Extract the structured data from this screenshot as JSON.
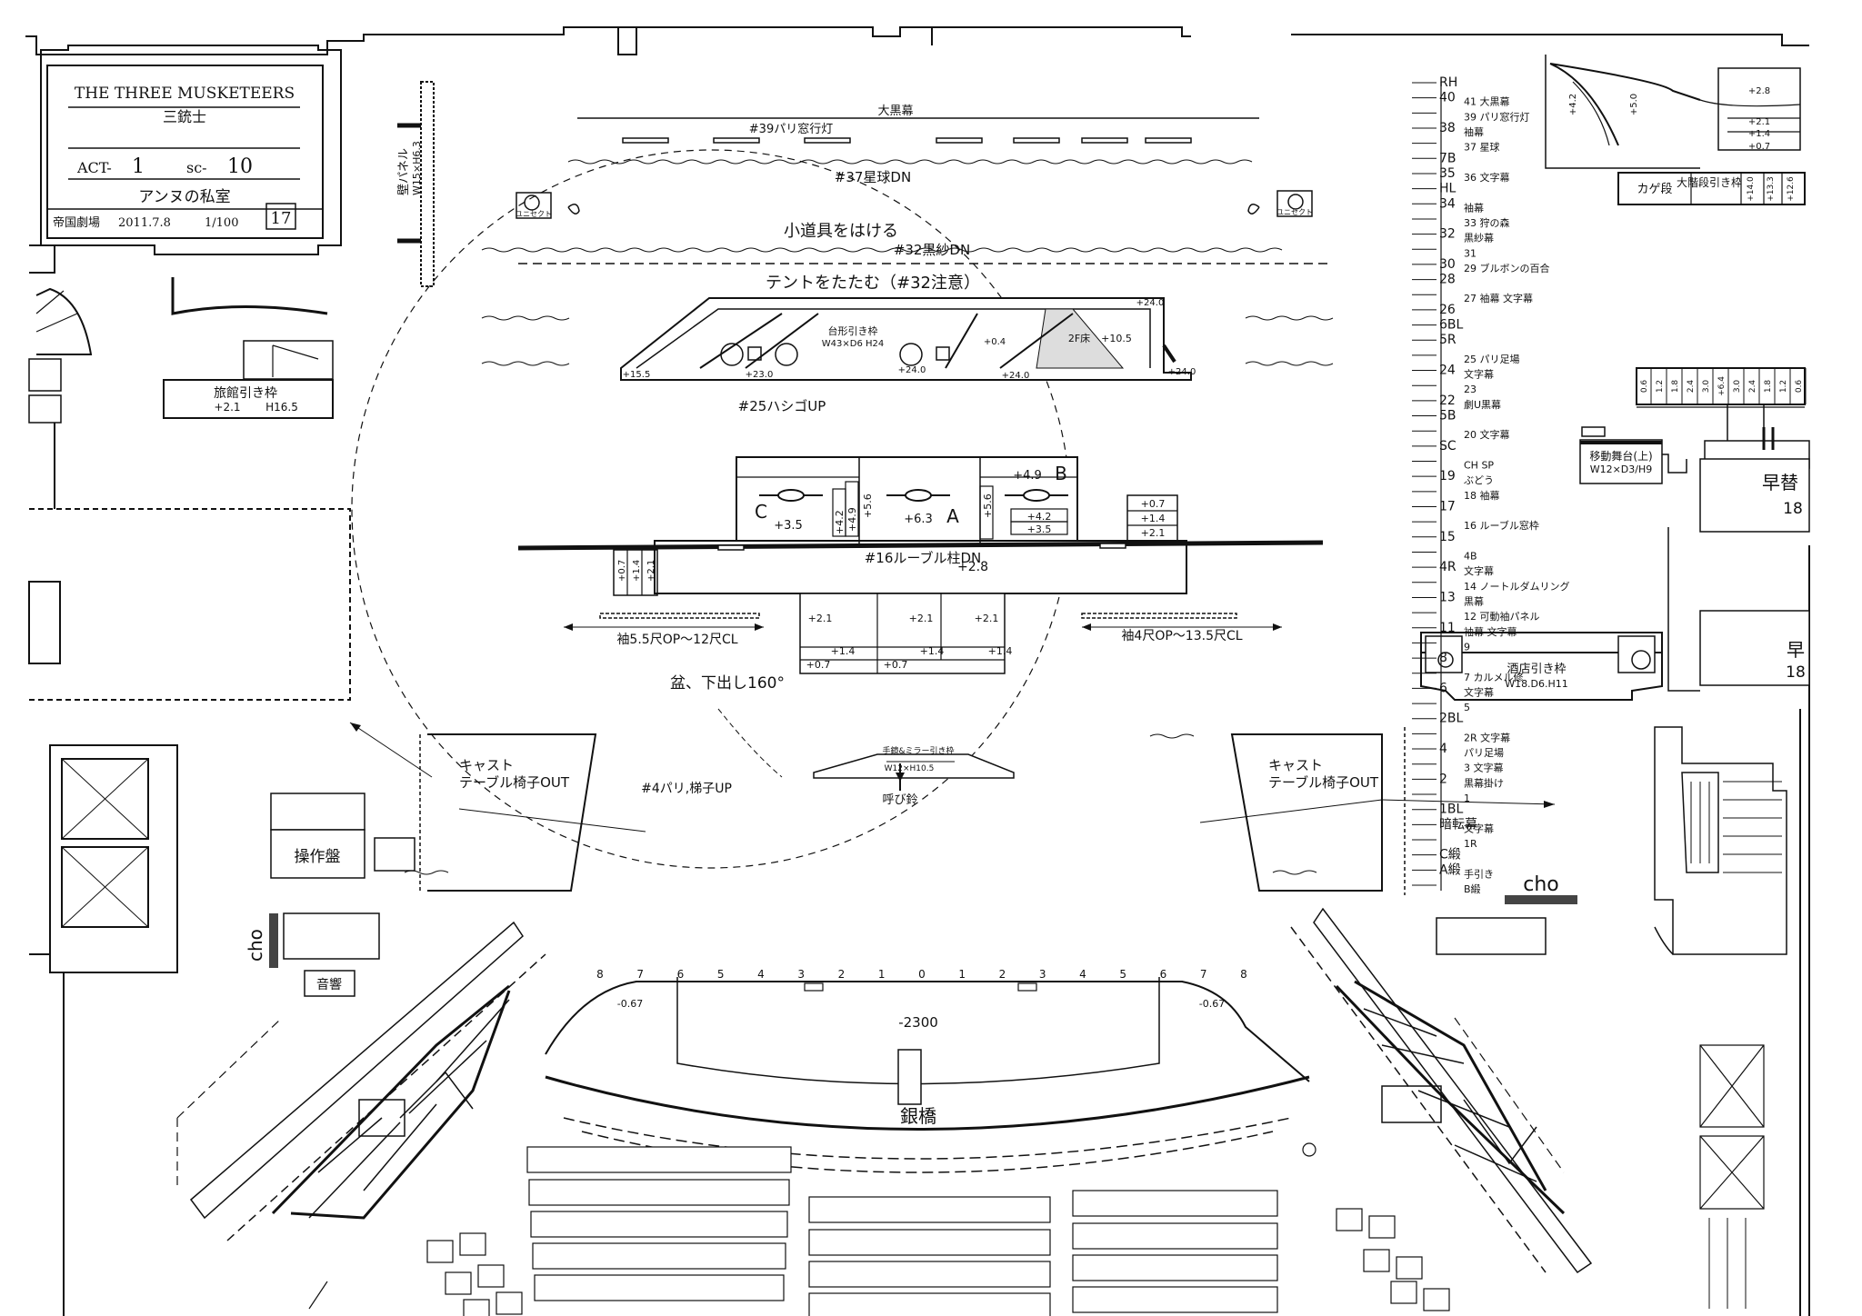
{
  "title_block": {
    "title_en": "THE THREE MUSKETEERS",
    "title_jp": "三銃士",
    "act_label": "ACT-",
    "act_value": "1",
    "sc_label": "sc-",
    "sc_value": "10",
    "scene_name": "アンヌの私室",
    "venue": "帝国劇場",
    "date": "2011.7.8",
    "scale": "1/100",
    "sheet_no": "17"
  },
  "labels": {
    "black_curtain": "大黒幕",
    "bar39": "#39パリ窓行灯",
    "bar37": "#37星球DN",
    "props": "小道具をはける",
    "bar32": "#32黒紗DN",
    "tent": "テントをたたむ（#32注意）",
    "bar25": "#25ハシゴUP",
    "bar16": "#16ルーブル柱DN",
    "plus28": "+2.8",
    "sleeve_left": "袖5.5尺OP〜12尺CL",
    "sleeve_right": "袖4尺OP〜13.5尺CL",
    "turntable": "盆、下出し160°",
    "bar4": "#4パリ,梯子UP",
    "cast_left_1": "キャスト",
    "cast_left_2": "テーブル椅子OUT",
    "cast_right_1": "キャスト",
    "cast_right_2": "テーブル椅子OUT",
    "bell": "呼び鈴",
    "console": "操作盤",
    "sound": "音響",
    "cho_left": "cho",
    "cho_right": "cho",
    "silver_bridge": "銀橋",
    "pit": "-2300",
    "pit_left": "-0.67",
    "pit_right": "-0.67",
    "wall_panel_1": "壁パネル",
    "wall_panel_2": "W15×H6.3",
    "inn_frame_1": "旅館引き枠",
    "inn_frame_2": "+2.1",
    "inn_frame_3": "H16.5",
    "platform_1": "台形引き枠",
    "platform_2": "W43×D6 H24",
    "platform_3": "2F床",
    "platform_4": "+10.5",
    "platform_5": "+0.4",
    "tavern_1": "酒店引き枠",
    "tavern_2": "W18.D6.H11",
    "mobile_stage_1": "移動舞台(上)",
    "mobile_stage_2": "W12×D3/H9",
    "kage": "カゲ段",
    "big_stairs": "大階段引き枠",
    "spot": "ユニセクト",
    "early_1": "早替",
    "early_2": "18",
    "early_3": "早",
    "early_4": "18",
    "mirror": "手鏡&ミラー引き枠",
    "mirror_dim": "W12×H10.5"
  },
  "platform_marks": {
    "c": "C",
    "a": "A",
    "b": "B",
    "c_val": "+3.5",
    "a_val": "+6.3",
    "b_val": "+4.9",
    "v42": "+4.2",
    "v49": "+4.9",
    "v56a": "+5.6",
    "v56b": "+5.6",
    "b42": "+4.2",
    "b35": "+3.5",
    "r07": "+0.7",
    "r14": "+1.4",
    "r21": "+2.1",
    "l07": "+0.7",
    "l14": "+1.4",
    "l21": "+2.1"
  },
  "lower_steps": [
    "+2.1",
    "+2.1",
    "+2.1",
    "+1.4",
    "+1.4",
    "+1.4",
    "+0.7",
    "+0.7"
  ],
  "upper_platform_marks": [
    "+15.5",
    "+23.0",
    "+24.0",
    "+24.0",
    "+24.0",
    "+24.0"
  ],
  "pit_numbers": [
    "8",
    "7",
    "6",
    "5",
    "4",
    "3",
    "2",
    "1",
    "0",
    "1",
    "2",
    "3",
    "4",
    "5",
    "6",
    "7",
    "8"
  ],
  "right_stairs_marks": [
    "+2.8",
    "+2.1",
    "+1.4",
    "+0.7",
    "+4.2",
    "+5.0"
  ],
  "kage_marks": [
    "+14.0",
    "+13.3",
    "+12.6"
  ],
  "right_panel_marks": [
    "0.6",
    "1.2",
    "1.8",
    "2.4",
    "3.0",
    "+6.4",
    "3.0",
    "2.4",
    "1.8",
    "1.2",
    "0.6"
  ],
  "line_set": [
    {
      "num": "RH",
      "name": ""
    },
    {
      "num": "40",
      "name": "41 大黒幕"
    },
    {
      "num": "",
      "name": "39 パリ窓行灯"
    },
    {
      "num": "38",
      "name": "袖幕"
    },
    {
      "num": "",
      "name": "37 星球"
    },
    {
      "num": "7B",
      "name": ""
    },
    {
      "num": "35",
      "name": "36 文字幕"
    },
    {
      "num": "HL",
      "name": ""
    },
    {
      "num": "34",
      "name": "袖幕"
    },
    {
      "num": "",
      "name": "33 狩の森"
    },
    {
      "num": "32",
      "name": "黒紗幕"
    },
    {
      "num": "",
      "name": "31"
    },
    {
      "num": "30",
      "name": "29 ブルボンの百合"
    },
    {
      "num": "28",
      "name": ""
    },
    {
      "num": "",
      "name": "27 袖幕 文字幕"
    },
    {
      "num": "26",
      "name": ""
    },
    {
      "num": "6BL",
      "name": ""
    },
    {
      "num": "5R",
      "name": ""
    },
    {
      "num": "",
      "name": "25 パリ足場"
    },
    {
      "num": "24",
      "name": "文字幕"
    },
    {
      "num": "",
      "name": "23"
    },
    {
      "num": "22",
      "name": "劇U黒幕"
    },
    {
      "num": "5B",
      "name": ""
    },
    {
      "num": "",
      "name": "20 文字幕"
    },
    {
      "num": "SC",
      "name": ""
    },
    {
      "num": "",
      "name": "CH SP"
    },
    {
      "num": "19",
      "name": "ぶどう"
    },
    {
      "num": "",
      "name": "18 袖幕"
    },
    {
      "num": "17",
      "name": ""
    },
    {
      "num": "",
      "name": "16 ルーブル窓枠"
    },
    {
      "num": "15",
      "name": ""
    },
    {
      "num": "",
      "name": "4B"
    },
    {
      "num": "4R",
      "name": "文字幕"
    },
    {
      "num": "",
      "name": "14 ノートルダムリング"
    },
    {
      "num": "13",
      "name": "黒幕"
    },
    {
      "num": "",
      "name": "12 可動袖パネル"
    },
    {
      "num": "11",
      "name": "袖幕 文字幕"
    },
    {
      "num": "",
      "name": "9"
    },
    {
      "num": "8",
      "name": ""
    },
    {
      "num": "",
      "name": "7 カルメル修"
    },
    {
      "num": "6",
      "name": "文字幕"
    },
    {
      "num": "",
      "name": "5"
    },
    {
      "num": "2BL",
      "name": ""
    },
    {
      "num": "",
      "name": "2R 文字幕"
    },
    {
      "num": "4",
      "name": "パリ足場"
    },
    {
      "num": "",
      "name": "3 文字幕"
    },
    {
      "num": "2",
      "name": "黒幕掛け"
    },
    {
      "num": "",
      "name": "1"
    },
    {
      "num": "1BL",
      "name": ""
    },
    {
      "num": "暗転幕",
      "name": "文字幕"
    },
    {
      "num": "",
      "name": "1R"
    },
    {
      "num": "C緞",
      "name": ""
    },
    {
      "num": "A緞",
      "name": "手引き"
    },
    {
      "num": "",
      "name": "B緞"
    }
  ]
}
